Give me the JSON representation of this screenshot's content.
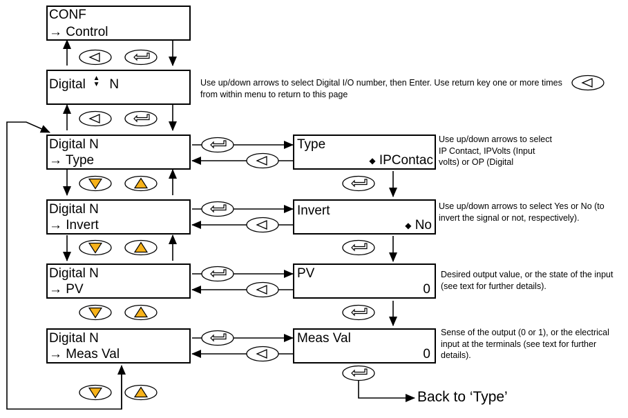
{
  "screens": {
    "conf": {
      "line1": "CONF",
      "line2": "→ Control"
    },
    "digital_select": {
      "label": "Digital",
      "arrows": "▲▼",
      "value": "N"
    },
    "type": {
      "line1": "Digital N",
      "line2": "→ Type"
    },
    "invert": {
      "line1": "Digital N",
      "line2": "→ Invert"
    },
    "pv": {
      "line1": "Digital N",
      "line2": "→ PV"
    },
    "meas_val": {
      "line1": "Digital N",
      "line2": "→ Meas Val"
    },
    "type_detail": {
      "title": "Type",
      "value": "IPContac"
    },
    "invert_detail": {
      "title": "Invert",
      "value": "No"
    },
    "pv_detail": {
      "title": "PV",
      "value": "0"
    },
    "meas_val_detail": {
      "title": "Meas Val",
      "value": "0"
    }
  },
  "notes": {
    "digital_select": "Use up/down arrows to select Digital I/O number, then Enter. Use return key one or more times from within menu to return to this page",
    "type": "Use up/down arrows to select IP Contact, IPVolts (Input volts) or OP (Digital",
    "invert": "Use up/down arrows to select Yes or No (to invert the signal or not, respectively).",
    "pv": "Desired output value, or the state of the input (see text for further details).",
    "meas_val": "Sense of the output (0 or 1), or the electrical input at the terminals (see text for further details)."
  },
  "back_label": "Back to ‘Type’",
  "colors": {
    "up_down_key_fill": "#f7b21a",
    "line": "#000000"
  },
  "icons": [
    "back-key-icon",
    "enter-key-icon",
    "down-key-icon",
    "up-key-icon",
    "up-down-diamond-icon"
  ]
}
